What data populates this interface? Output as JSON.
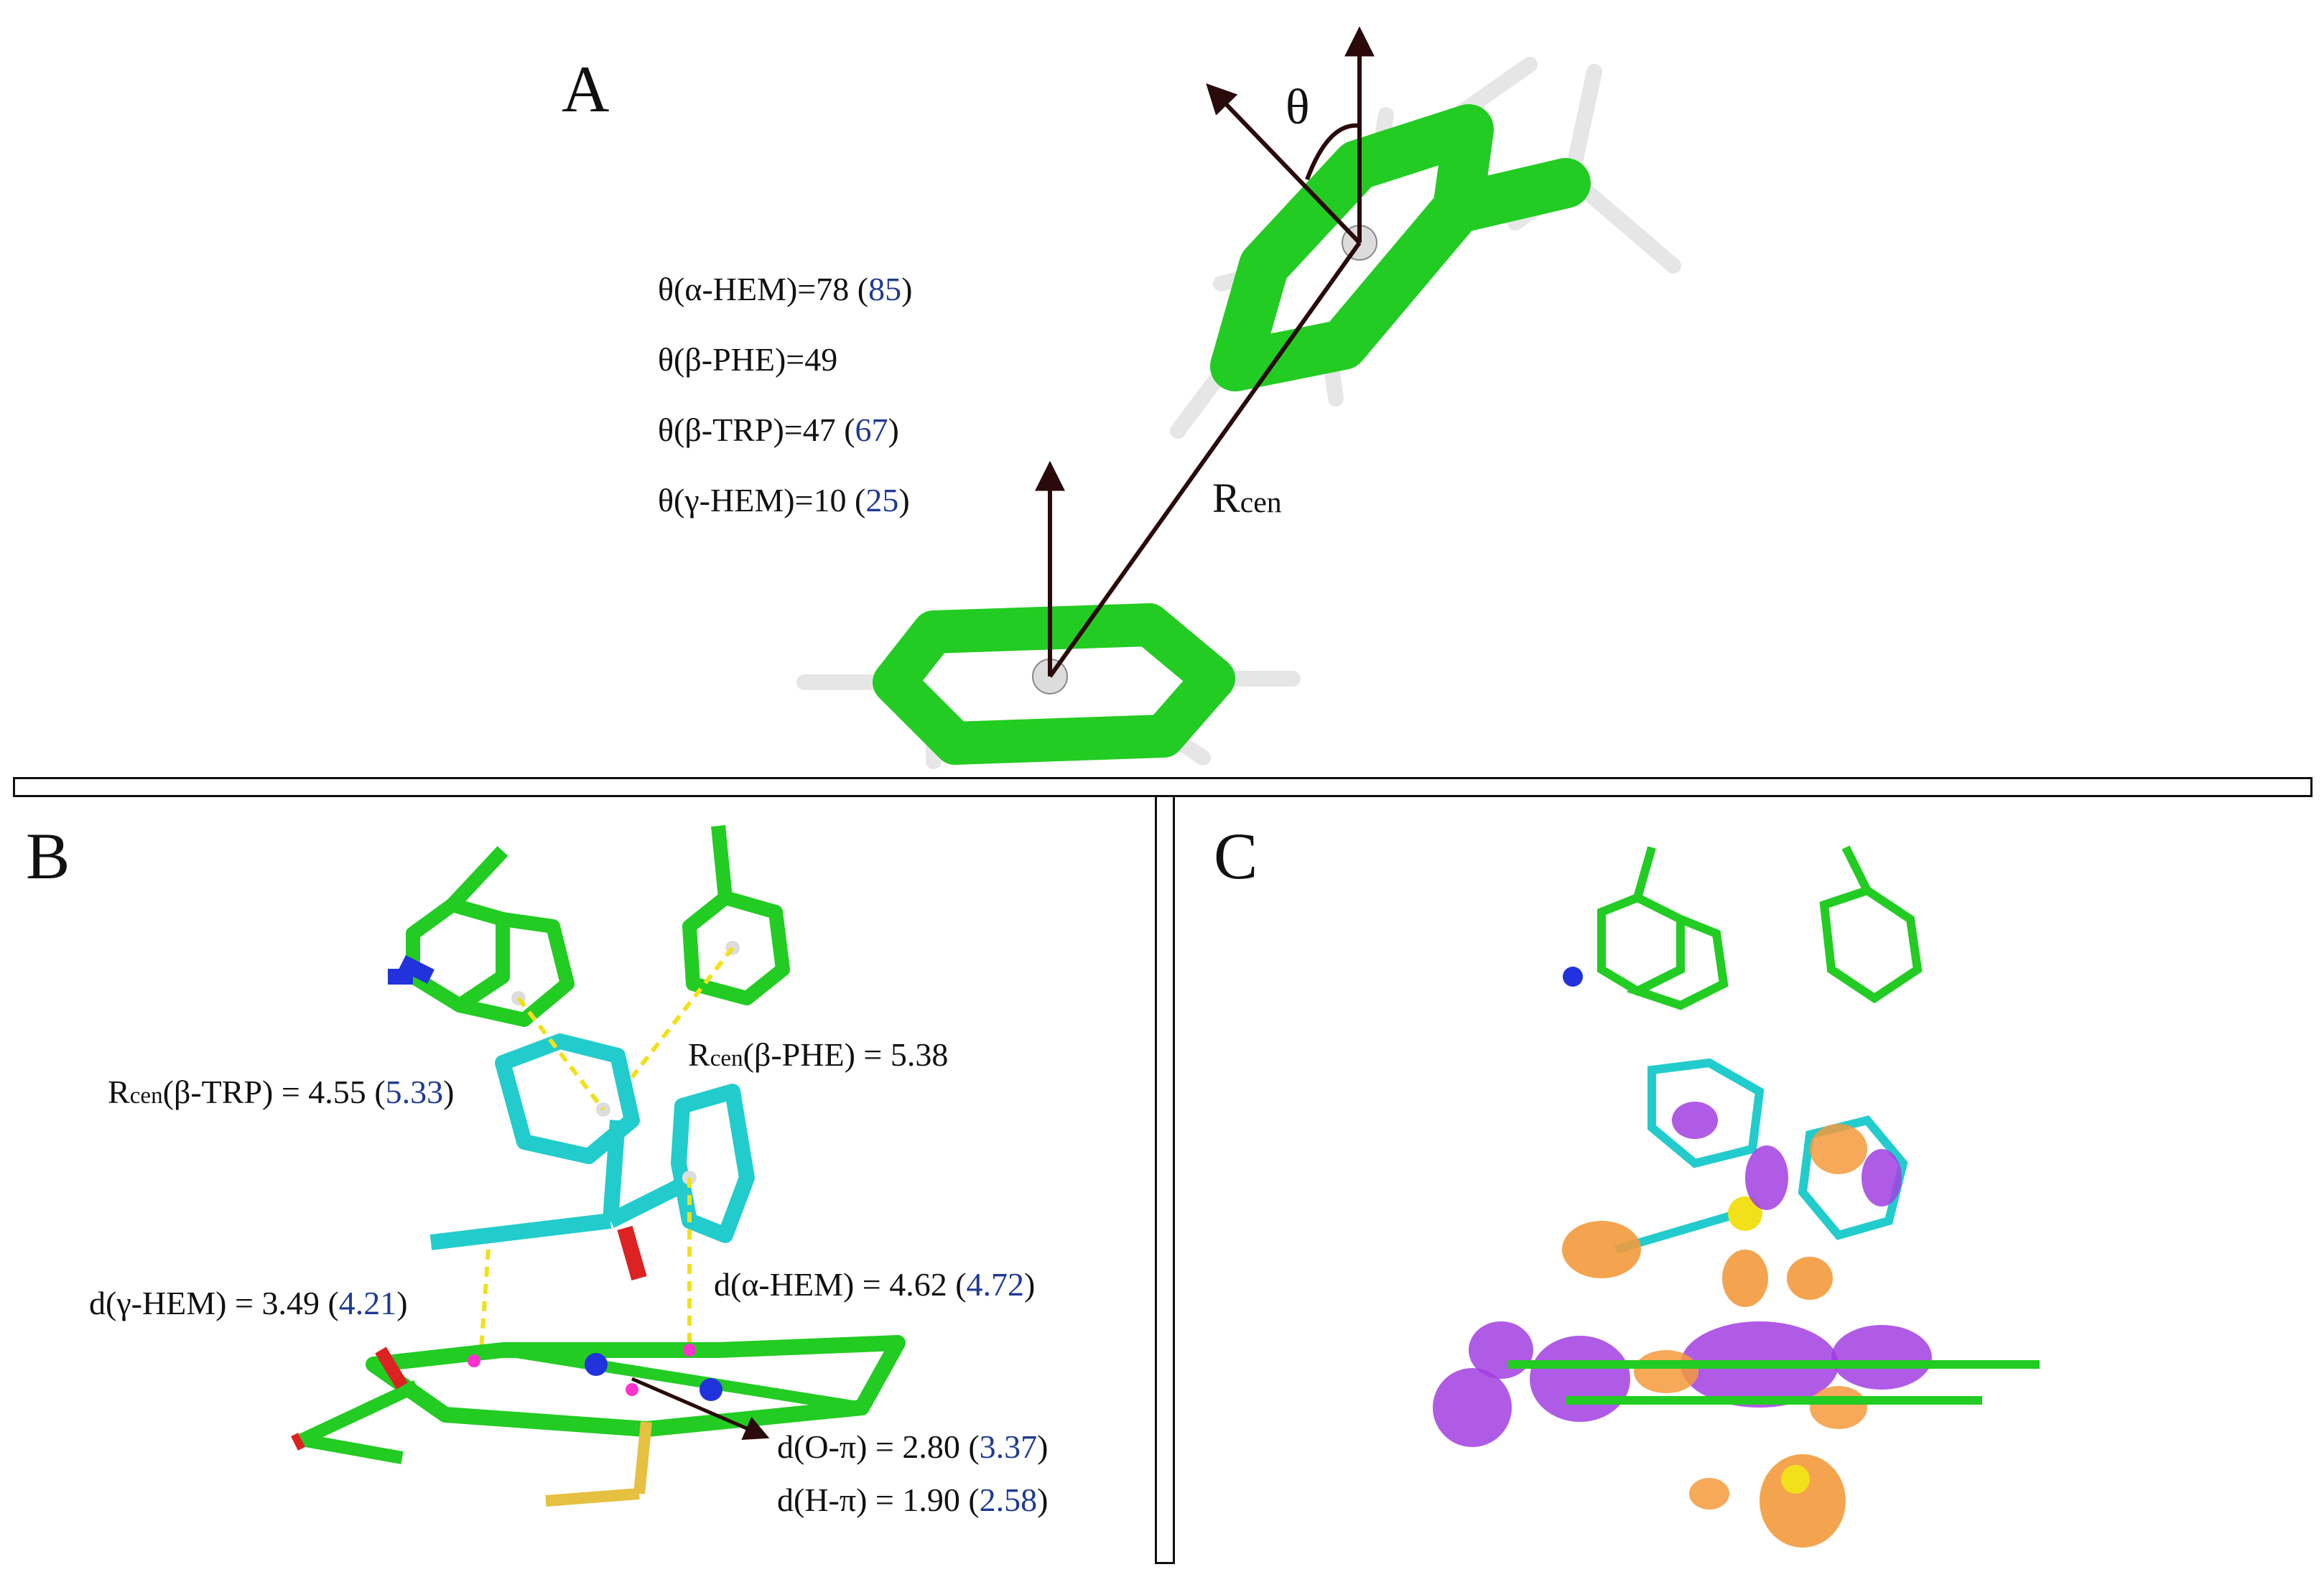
{
  "panels": {
    "a": {
      "letter": "A",
      "theta_symbol": "θ",
      "rcen_main": "R",
      "rcen_sub": "cen",
      "angles": [
        {
          "label": "θ(α-HEM)=78",
          "open": " (",
          "value": "85",
          "close": ")"
        },
        {
          "label": "θ(β-PHE)=49"
        },
        {
          "label": "θ(β-TRP)=47",
          "open": " (",
          "value": "67",
          "close": ")"
        },
        {
          "label": "θ(γ-HEM)=10",
          "open": " (",
          "value": "25",
          "close": ")"
        }
      ]
    },
    "b": {
      "letter": "B",
      "rcen_trp": {
        "r": "R",
        "sub": "cen",
        "rest": "(β-TRP) = 4.55",
        "open": " (",
        "value": "5.33",
        "close": ")"
      },
      "rcen_phe": {
        "r": "R",
        "sub": "cen",
        "rest": "(β-PHE) = 5.38"
      },
      "d_gamma": {
        "label": "d(γ-HEM) = 3.49",
        "open": " (",
        "value": "4.21",
        "close": ")"
      },
      "d_alpha": {
        "label": "d(α-HEM) = 4.62",
        "open": " (",
        "value": "4.72",
        "close": ")"
      },
      "d_o_pi": {
        "label": "d(O-π) = 2.80",
        "open": " (",
        "value": "3.37",
        "close": ")"
      },
      "d_h_pi": {
        "label": "d(H-π) = 1.90",
        "open": " (",
        "value": "2.58",
        "close": ")"
      }
    },
    "c": {
      "letter": "C"
    }
  },
  "colors": {
    "carbon_green": "#22cc22",
    "carbon_cyan": "#22cccc",
    "hydrogen": "#e6e6e6",
    "nitrogen": "#2233dd",
    "oxygen": "#dd2222",
    "sulfur": "#e6c040",
    "arrow": "#2a0a0a",
    "bond_dash": "#f2e01a",
    "iso_orange": "#f39a3c",
    "iso_purple": "#a23ee0",
    "value_blue": "#1f3a93"
  }
}
